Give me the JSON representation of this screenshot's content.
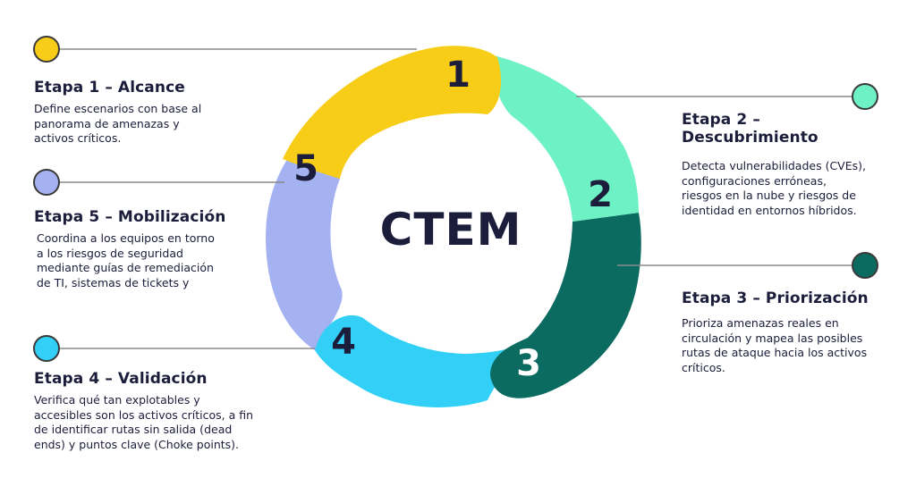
{
  "center_label": "CTEM",
  "colors": {
    "text": "#1b1d3a",
    "connector": "#8a8a8a",
    "stage_1": "#f7cd18",
    "stage_2": "#6ef2c5",
    "stage_3": "#0b6b60",
    "stage_4": "#32d0f6",
    "stage_5": "#a5b2f2"
  },
  "stages": [
    {
      "number": "1",
      "title": "Etapa 1 – Alcance",
      "description": "Define escenarios con base al panorama de amenazas y activos críticos.",
      "lines": [
        "Define escenarios con base al",
        "panorama de amenazas y",
        "activos críticos."
      ]
    },
    {
      "number": "2",
      "title": "Etapa 2 – Descubrimiento",
      "description": "Detecta vulnerabilidades (CVEs), configuraciones erróneas, riesgos en la nube y riesgos de identidad en entornos híbridos.",
      "lines": [
        "Detecta vulnerabilidades (CVEs),",
        "configuraciones erróneas,",
        "riesgos en la nube y riesgos de",
        "identidad en entornos híbridos."
      ]
    },
    {
      "number": "3",
      "title": "Etapa 3 – Priorización",
      "description": "Prioriza amenazas reales en circulación y mapea las posibles rutas de ataque hacia los activos críticos.",
      "lines": [
        "Prioriza amenazas reales en",
        "circulación y mapea las posibles",
        "rutas de ataque hacia los activos",
        "críticos."
      ]
    },
    {
      "number": "4",
      "title": "Etapa 4 – Validación",
      "description": "Verifica qué tan explotables y accesibles son los activos críticos, a fin de identificar rutas sin salida (dead ends) y puntos clave (Choke points).",
      "lines": [
        "Verifica qué tan explotables y",
        "accesibles son los activos críticos, a fin",
        "de identificar rutas sin salida (dead",
        "ends) y puntos clave (Choke points)."
      ]
    },
    {
      "number": "5",
      "title": "Etapa 5 – Mobilización",
      "description": "Coordina a los equipos en torno a los riesgos de seguridad mediante guías de remediación de TI, sistemas de tickets y",
      "lines": [
        "Coordina a los equipos en torno",
        "a los riesgos de seguridad",
        "mediante guías de remediación",
        "de TI, sistemas de tickets y"
      ]
    }
  ]
}
